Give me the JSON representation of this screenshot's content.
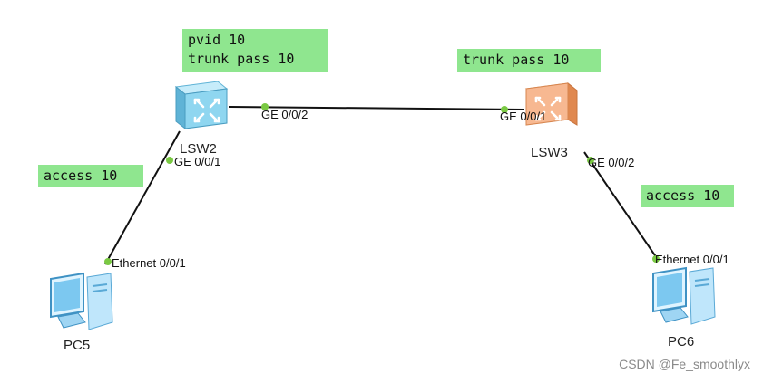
{
  "notes": {
    "lsw2": "pvid 10\ntrunk pass 10",
    "lsw3": "trunk pass 10",
    "pc5_link": "access 10",
    "pc6_link": "access 10"
  },
  "devices": {
    "lsw2": {
      "name": "LSW2",
      "icon": "switch-icon",
      "color": "#8fd6f0"
    },
    "lsw3": {
      "name": "LSW3",
      "icon": "switch-icon",
      "color": "#f7b891"
    },
    "pc5": {
      "name": "PC5",
      "icon": "pc-icon"
    },
    "pc6": {
      "name": "PC6",
      "icon": "pc-icon"
    }
  },
  "ports": {
    "lsw2_ge002": "GE 0/0/2",
    "lsw2_ge001": "GE 0/0/1",
    "lsw3_ge001": "GE 0/0/1",
    "lsw3_ge002": "GE 0/0/2",
    "pc5_eth": "Ethernet 0/0/1",
    "pc6_eth": "Ethernet 0/0/1"
  },
  "colors": {
    "note_bg": "#8fe68f",
    "port_dot": "#7ac943",
    "link": "#111111"
  },
  "watermark": "CSDN @Fe_smoothlyx"
}
